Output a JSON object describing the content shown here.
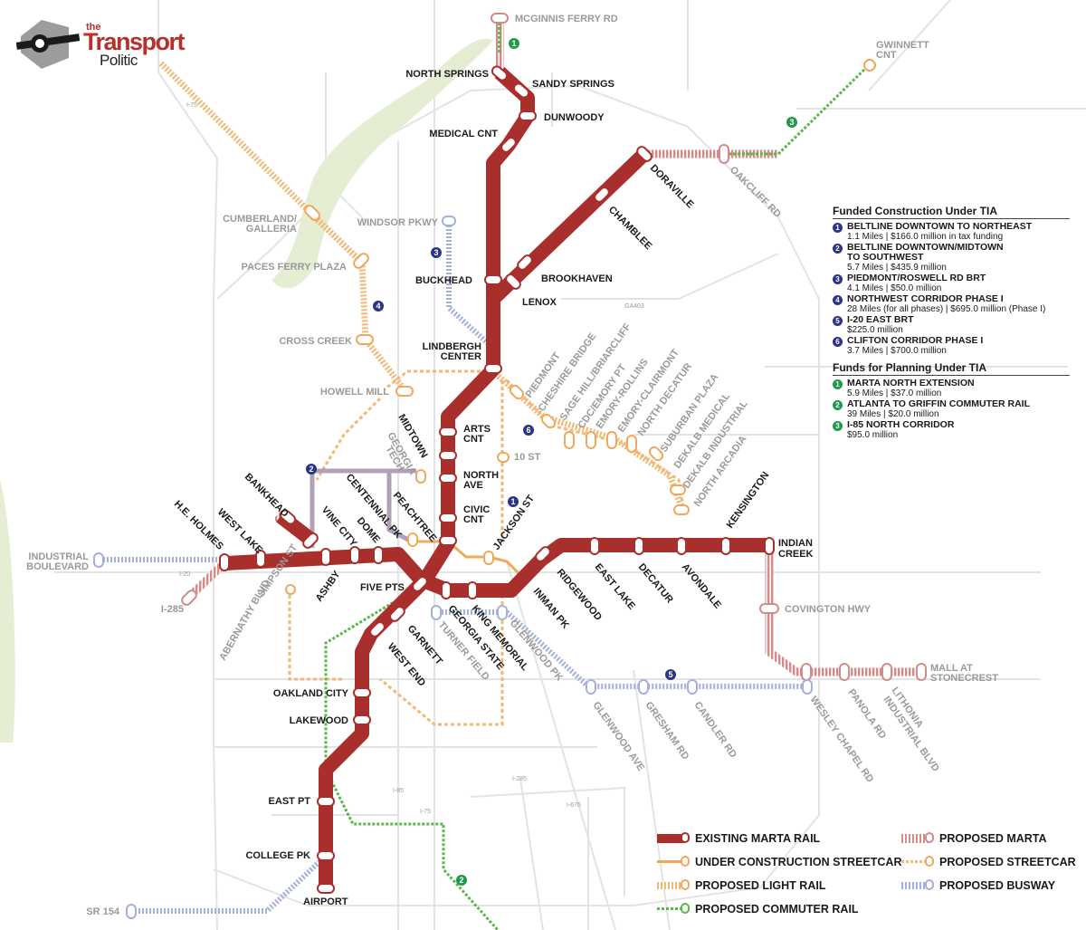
{
  "logo": {
    "the": "the",
    "title": "Transport",
    "subtitle": "Politic"
  },
  "colors": {
    "marta": "#a82f2b",
    "proposed_marta": "#cf8c88",
    "streetcar": "#f2a85a",
    "light_rail": "#f3b778",
    "commuter": "#5ab84a",
    "busway": "#a3afdc",
    "badge_blue": "#2a3488",
    "badge_green": "#1f9a4a",
    "road": "#e3e3e3",
    "park": "#e5eed3"
  },
  "roads": {
    "i75": "I-75",
    "ga403": "GA403",
    "i20": "I-20",
    "i85": "I-85",
    "i285": "I-285",
    "i75b": "I-75",
    "i675": "I-675"
  },
  "stations": {
    "mcginnis_ferry": "MCGINNIS FERRY RD",
    "north_springs": "NORTH SPRINGS",
    "sandy_springs": "SANDY SPRINGS",
    "dunwoody": "DUNWOODY",
    "medical_cnt": "MEDICAL CNT",
    "gwinnett_cnt_1": "GWINNETT",
    "gwinnett_cnt_2": "CNT",
    "doraville": "DORAVILLE",
    "oakcliff_rd": "OAKCLIFF RD",
    "chamblee": "CHAMBLEE",
    "brookhaven": "BROOKHAVEN",
    "lenox": "LENOX",
    "buckhead": "BUCKHEAD",
    "windsor_pkwy": "WINDSOR PKWY",
    "cumberland_1": "CUMBERLAND/",
    "cumberland_2": "GALLERIA",
    "paces_ferry": "PACES FERRY PLAZA",
    "cross_creek": "CROSS CREEK",
    "lindbergh_1": "LINDBERGH",
    "lindbergh_2": "CENTER",
    "howell_mill": "HOWELL MILL",
    "midtown": "MIDTOWN",
    "georgia_tech_1": "GEORGIA",
    "georgia_tech_2": "TECH",
    "arts_cnt_1": "ARTS",
    "arts_cnt_2": "CNT",
    "north_ave_1": "NORTH",
    "north_ave_2": "AVE",
    "ten_st": "10 ST",
    "civic_cnt_1": "CIVIC",
    "civic_cnt_2": "CNT",
    "jackson_st": "JACKSON ST",
    "piedmont": "PIEDMONT",
    "cheshire_bridge": "CHESHIRE BRIDGE",
    "sage_hill": "SAGE HILL/BRIARCLIFF",
    "cdc_emory": "CDC/EMORY PT",
    "emory_rollins": "EMORY-ROLLINS",
    "emory_clairmont": "EMORY-CLAIRMONT",
    "north_decatur": "NORTH DECATUR",
    "suburban_plaza": "SUBURBAN PLAZA",
    "dekalb_medical": "DEKALB MEDICAL",
    "dekalb_industrial": "DEKALB INDUSTRIAL",
    "north_arcadia": "NORTH ARCADIA",
    "kensington": "KENSINGTON",
    "indian_creek_1": "INDIAN",
    "indian_creek_2": "CREEK",
    "bankhead": "BANKHEAD",
    "centennial_pk": "CENTENNIAL PK",
    "peachtree": "PEACHTREE",
    "vine_city": "VINE CITY",
    "dome": "DOME",
    "he_holmes": "H.E. HOLMES",
    "west_lake": "WEST LAKE",
    "industrial_blvd_1": "INDUSTRIAL",
    "industrial_blvd_2": "BOULEVARD",
    "simpson_st": "SIMPSON ST",
    "ashby": "ASHBY",
    "i285_west": "I-285",
    "abernathy": "ABERNATHY BLVD",
    "five_pts": "FIVE PTS",
    "east_lake": "EAST LAKE",
    "decatur": "DECATUR",
    "avondale": "AVONDALE",
    "ridgewood": "RIDGEWOOD",
    "inman_pk": "INMAN PK",
    "covington_hwy": "COVINGTON HWY",
    "king_memorial": "KING MEMORIAL",
    "georgia_state": "GEORGIA STATE",
    "glenwood_pk": "GLENWOOD PK",
    "turner_field": "TURNER FIELD",
    "garnett": "GARNETT",
    "west_end": "WEST END",
    "oakland_city": "OAKLAND CITY",
    "lakewood": "LAKEWOOD",
    "glenwood_ave": "GLENWOOD AVE",
    "gresham_rd": "GRESHAM RD",
    "candler_rd": "CANDLER RD",
    "wesley_chapel": "WESLEY CHAPEL RD",
    "panola_rd": "PANOLA RD",
    "lithonia_1": "LITHONIA",
    "lithonia_2": "INDUSTRIAL BLVD",
    "mall_stonecrest_1": "MALL AT",
    "mall_stonecrest_2": "STONECREST",
    "east_pt": "EAST PT",
    "college_pk": "COLLEGE PK",
    "airport": "AIRPORT",
    "sr154": "SR 154"
  },
  "badges": {
    "b1": "1",
    "b2": "2",
    "b3": "3",
    "b4": "4",
    "b5": "5",
    "b6": "6",
    "g1": "1",
    "g2": "2",
    "g3": "3"
  },
  "panel": {
    "funded_heading": "Funded Construction Under TIA",
    "funded": [
      {
        "num": "1",
        "title": "BELTLINE DOWNTOWN TO NORTHEAST",
        "title2": "",
        "detail": "1.1 Miles | $166.0 million in tax funding"
      },
      {
        "num": "2",
        "title": "BELTLINE DOWNTOWN/MIDTOWN",
        "title2": "TO SOUTHWEST",
        "detail": "5.7 Miles | $435.9 million"
      },
      {
        "num": "3",
        "title": "PIEDMONT/ROSWELL RD BRT",
        "title2": "",
        "detail": "4.1 Miles | $50.0 million"
      },
      {
        "num": "4",
        "title": "NORTHWEST CORRIDOR PHASE I",
        "title2": "",
        "detail": "28 Miles (for all phases) | $695.0 million (Phase I)"
      },
      {
        "num": "5",
        "title": "I-20 EAST BRT",
        "title2": "",
        "detail": "$225.0 million"
      },
      {
        "num": "6",
        "title": "CLIFTON CORRIDOR PHASE I",
        "title2": "",
        "detail": "3.7 Miles | $700.0 million"
      }
    ],
    "planning_heading": "Funds for Planning Under TIA",
    "planning": [
      {
        "num": "1",
        "title": "MARTA NORTH EXTENSION",
        "detail": "5.9 Miles | $37.0 million"
      },
      {
        "num": "2",
        "title": "ATLANTA TO GRIFFIN COMMUTER RAIL",
        "detail": "39 Miles | $20.0 million"
      },
      {
        "num": "3",
        "title": "I-85 NORTH CORRIDOR",
        "detail": "$95.0 million"
      }
    ]
  },
  "legend": {
    "existing_marta": "EXISTING MARTA RAIL",
    "streetcar_uc": "UNDER CONSTRUCTION STREETCAR",
    "light_rail": "PROPOSED LIGHT RAIL",
    "commuter_rail": "PROPOSED COMMUTER RAIL",
    "proposed_marta": "PROPOSED MARTA",
    "proposed_streetcar": "PROPOSED STREETCAR",
    "proposed_busway": "PROPOSED BUSWAY"
  }
}
